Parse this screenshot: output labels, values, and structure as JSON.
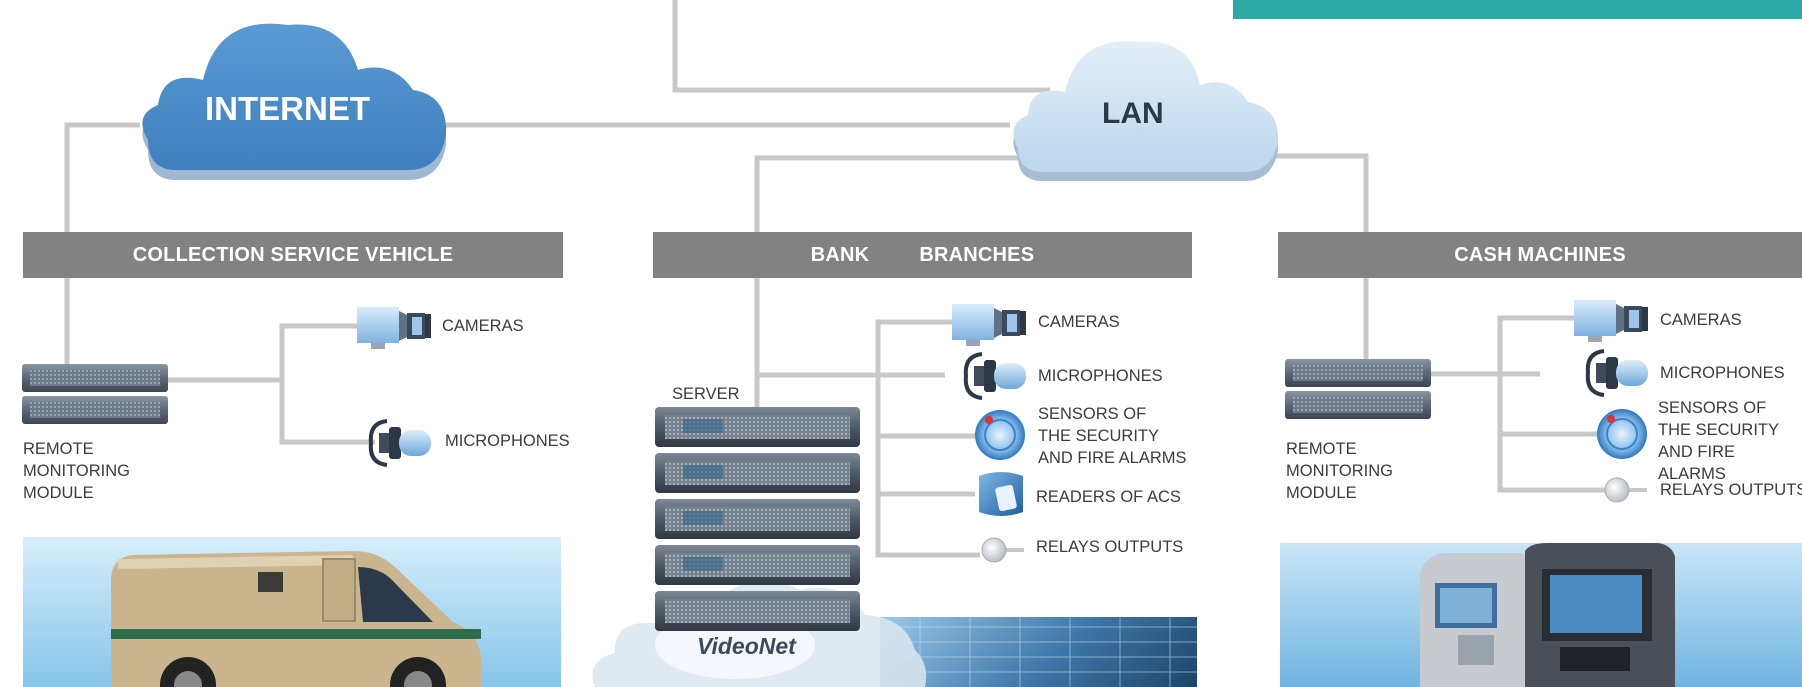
{
  "clouds": {
    "internet_label": "INTERNET",
    "lan_label": "LAN",
    "videonet_label": "VideoNet"
  },
  "sections": {
    "collection": {
      "title": "COLLECTION SERVICE VEHICLE",
      "module_label": "REMOTE\nMONITORING\nMODULE",
      "devices": [
        "CAMERAS",
        "MICROPHONES"
      ]
    },
    "bank": {
      "title_part1": "BANK",
      "title_part2": "BRANCHES",
      "server_label": "SERVER",
      "devices": [
        "CAMERAS",
        "MICROPHONES",
        "SENSORS OF\nTHE SECURITY\nAND FIRE ALARMS",
        "READERS OF ACS",
        "RELAYS OUTPUTS"
      ]
    },
    "cash": {
      "title": "CASH MACHINES",
      "module_label": "REMOTE\nMONITORING\nMODULE",
      "devices": [
        "CAMERAS",
        "MICROPHONES",
        "SENSORS OF\nTHE SECURITY\nAND FIRE ALARMS",
        "RELAYS OUTPUTS"
      ]
    }
  },
  "icons": [
    "internet-cloud-icon",
    "lan-cloud-icon",
    "videonet-cloud-icon",
    "camera-icon",
    "microphone-icon",
    "sensor-icon",
    "card-reader-icon",
    "relay-icon",
    "server-rack-icon",
    "monitoring-module-icon"
  ],
  "colors": {
    "accent_teal": "#2eaaa6",
    "section_bar": "#828282",
    "internet_cloud": "#4f8fca",
    "lan_cloud": "#cfe4f5",
    "connector": "#c8c8c8"
  }
}
